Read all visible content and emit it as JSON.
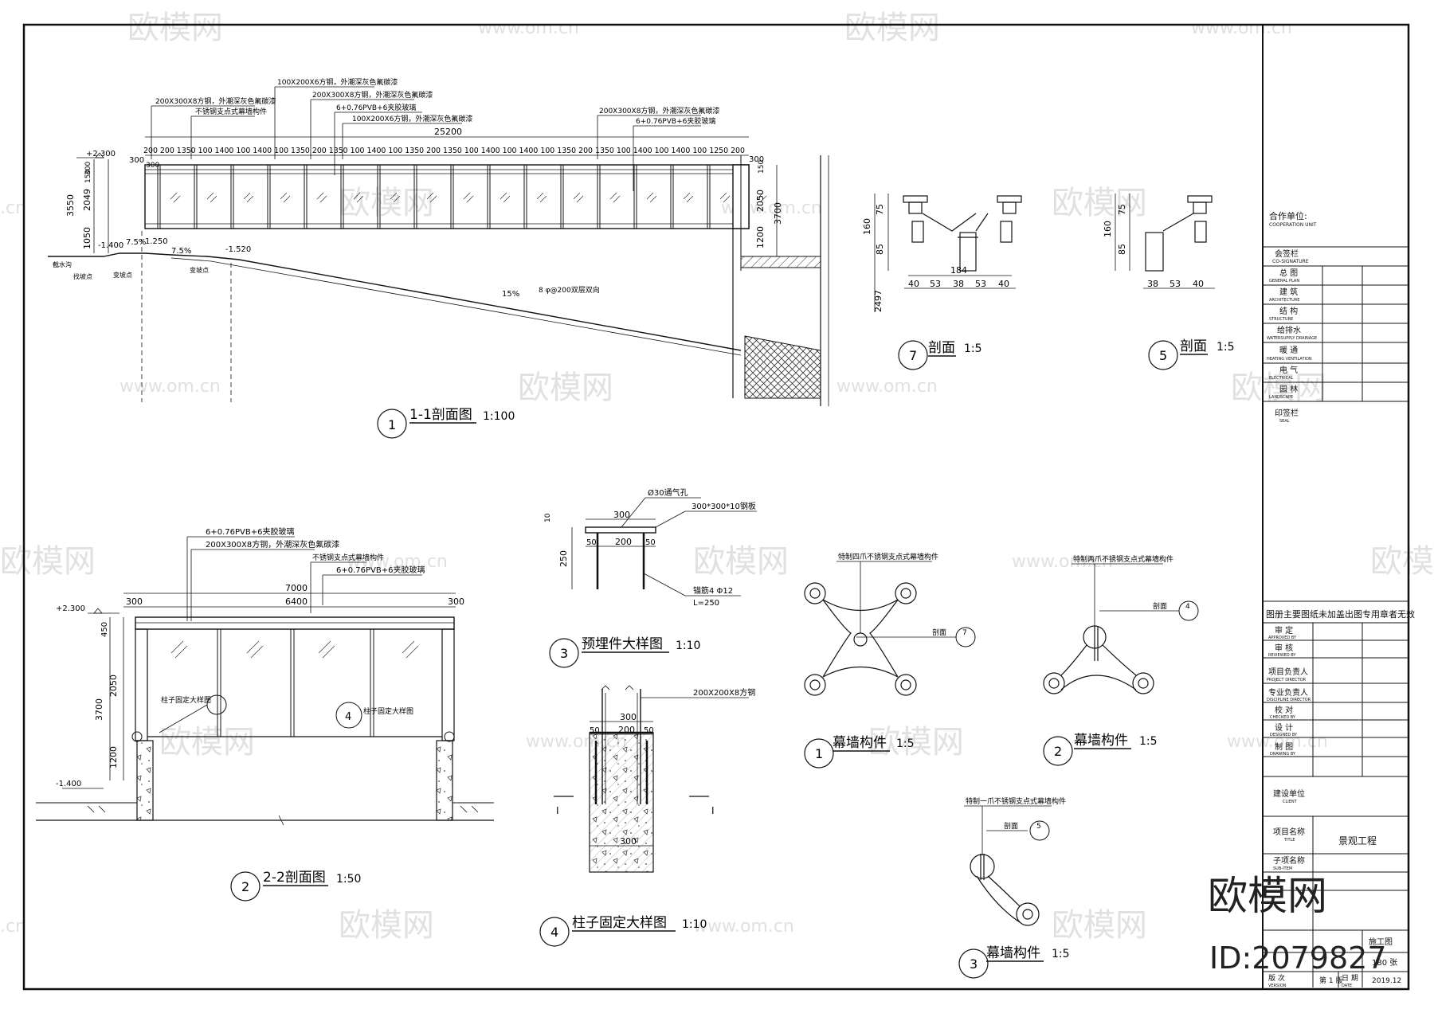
{
  "drawings": {
    "section11": {
      "num": "1",
      "title": "1-1剖面图",
      "scale": "1:100",
      "ann": [
        "200X300X8方钢，外潮深灰色氟碳漆",
        "不锈钢支点式幕墙构件",
        "100X200X6方钢，外潮深灰色氟碳漆",
        "200X300X8方钢，外潮深灰色氟碳漆",
        "6+0.76PVB+6夹胶玻璃",
        "100X200X6方钢，外潮深灰色氟碳漆",
        "200X300X8方钢，外潮深灰色氟碳漆",
        "6+0.76PVB+6夹胶玻璃"
      ],
      "total": "25200",
      "dims": "200 200 1350 100 1400 100 1400 100 1350 200 1350 100 1400 100 1350 200 1350 100 1400 100 1400 100 1350 200 1350 100 1400 100 1400 100 1250 200",
      "dim300l": "300",
      "dim300b": "300",
      "dim300r": "300",
      "level_a": "+2.300",
      "level_b": "-1.400",
      "level_c": "1.250",
      "level_d": "-1.520",
      "v1": "3550",
      "v2": "2049",
      "v3": "1050",
      "v4": "150",
      "v5": "300",
      "r1": "150",
      "r2": "2050",
      "r3": "3700",
      "r4": "1200",
      "slope1": "7.5%",
      "slope2": "15%",
      "slope_note": "8 φ@200双层双向",
      "l1": "截水沟",
      "l2": "找坡点",
      "l3": "变坡点",
      "l4": "变坡点"
    },
    "sec7": {
      "num": "7",
      "title": "剖面",
      "scale": "1:5",
      "d160": "160",
      "d75": "75",
      "d85": "85",
      "d184": "184",
      "d2497": "2497",
      "dims": [
        "40",
        "53",
        "38",
        "53",
        "40"
      ]
    },
    "sec5": {
      "num": "5",
      "title": "剖面",
      "scale": "1:5",
      "d160": "160",
      "d75": "75",
      "d85": "85",
      "dims": [
        "38",
        "53",
        "40"
      ]
    },
    "section22": {
      "num": "2",
      "title": "2-2剖面图",
      "scale": "1:50",
      "ann": [
        "6+0.76PVB+6夹胶玻璃",
        "200X300X8方钢，外潮深灰色氟碳漆",
        "不锈钢支点式幕墙构件",
        "6+0.76PVB+6夹胶玻璃"
      ],
      "d7000": "7000",
      "d6400": "6400",
      "d300l": "300",
      "d300r": "300",
      "level_a": "+2.300",
      "level_b": "-1.400",
      "v1": "450",
      "v2": "2050",
      "v3": "3700",
      "v4": "1200",
      "n1": "柱子固定大样图",
      "n2": "柱子固定大样图",
      "c4": "4"
    },
    "embed3": {
      "num": "3",
      "title": "预埋件大样图",
      "scale": "1:10",
      "a1": "Ø30通气孔",
      "a2": "300*300*10钢板",
      "a3": "锚筋4 Φ12",
      "a4": "L=250",
      "d300": "300",
      "d50l": "50",
      "d200": "200",
      "d50r": "50",
      "d10": "10",
      "d250": "250"
    },
    "column4": {
      "num": "4",
      "title": "柱子固定大样图",
      "scale": "1:10",
      "a1": "200X200X8方钢",
      "d300": "300",
      "d50l": "50",
      "d200": "200",
      "d50r": "50",
      "d300b": "300",
      "mark": "I",
      "mark2": "I"
    },
    "curtain1": {
      "num": "1",
      "title": "幕墙构件",
      "scale": "1:5",
      "note": "特制四爪不锈钢支点式幕墙构件",
      "cut": "剖面",
      "ref": "7"
    },
    "curtain2": {
      "num": "2",
      "title": "幕墙构件",
      "scale": "1:5",
      "note": "特制两爪不锈钢支点式幕墙构件",
      "cut": "剖面",
      "ref": "4"
    },
    "curtain3": {
      "num": "3",
      "title": "幕墙构件",
      "scale": "1:5",
      "note": "特制一爪不锈钢支点式幕墙构件",
      "cut": "剖面",
      "ref": "5"
    }
  },
  "titleblock": {
    "coop": "合作单位:",
    "coop_en": "COOPERATION UNIT",
    "sign": "会签栏",
    "sign_en": "CO-SIGNATURE",
    "disciplines": [
      {
        "cn": "总 图",
        "en": "GENERAL PLAN"
      },
      {
        "cn": "建 筑",
        "en": "ARCHITECTURE"
      },
      {
        "cn": "结 构",
        "en": "STRUCTURE"
      },
      {
        "cn": "给排水",
        "en": "WATERSUPPLY DRAINAGE"
      },
      {
        "cn": "暖 通",
        "en": "HEATING VENTILATION"
      },
      {
        "cn": "电 气",
        "en": "ELECTRICAL"
      },
      {
        "cn": "园 林",
        "en": "LANDSCAPE"
      }
    ],
    "seal": "印签栏",
    "seal_en": "SEAL",
    "notice": "图册主要图纸未加盖出图专用章者无效",
    "approvals": [
      {
        "cn": "审 定",
        "en": "APPROVED BY"
      },
      {
        "cn": "审 核",
        "en": "REVIEWED BY"
      },
      {
        "cn": "项目负责人",
        "en": "PROJECT DIRECTOR"
      },
      {
        "cn": "专业负责人",
        "en": "DISCIPLINE DIRECTOR"
      },
      {
        "cn": "校 对",
        "en": "CHECKED BY"
      },
      {
        "cn": "设 计",
        "en": "DESIGNED BY"
      },
      {
        "cn": "制 图",
        "en": "DRAWING BY"
      }
    ],
    "client": "建设单位",
    "client_en": "CLIENT",
    "project": "项目名称",
    "project_en": "TITLE",
    "project_value": "景观工程",
    "sub": "子项名称",
    "sub_en": "SUB-ITEM",
    "stage": "施工图",
    "pages": "180 张",
    "edition": "版 次",
    "edition_en": "VERSION",
    "edition_value": "第 1 版",
    "date": "日 期",
    "date_en": "DATE",
    "date_value": "2019.12"
  },
  "watermark": {
    "brand": "欧模网",
    "url": "www.om.cn",
    "id": "ID:2079827",
    "url_short": ".cn"
  }
}
